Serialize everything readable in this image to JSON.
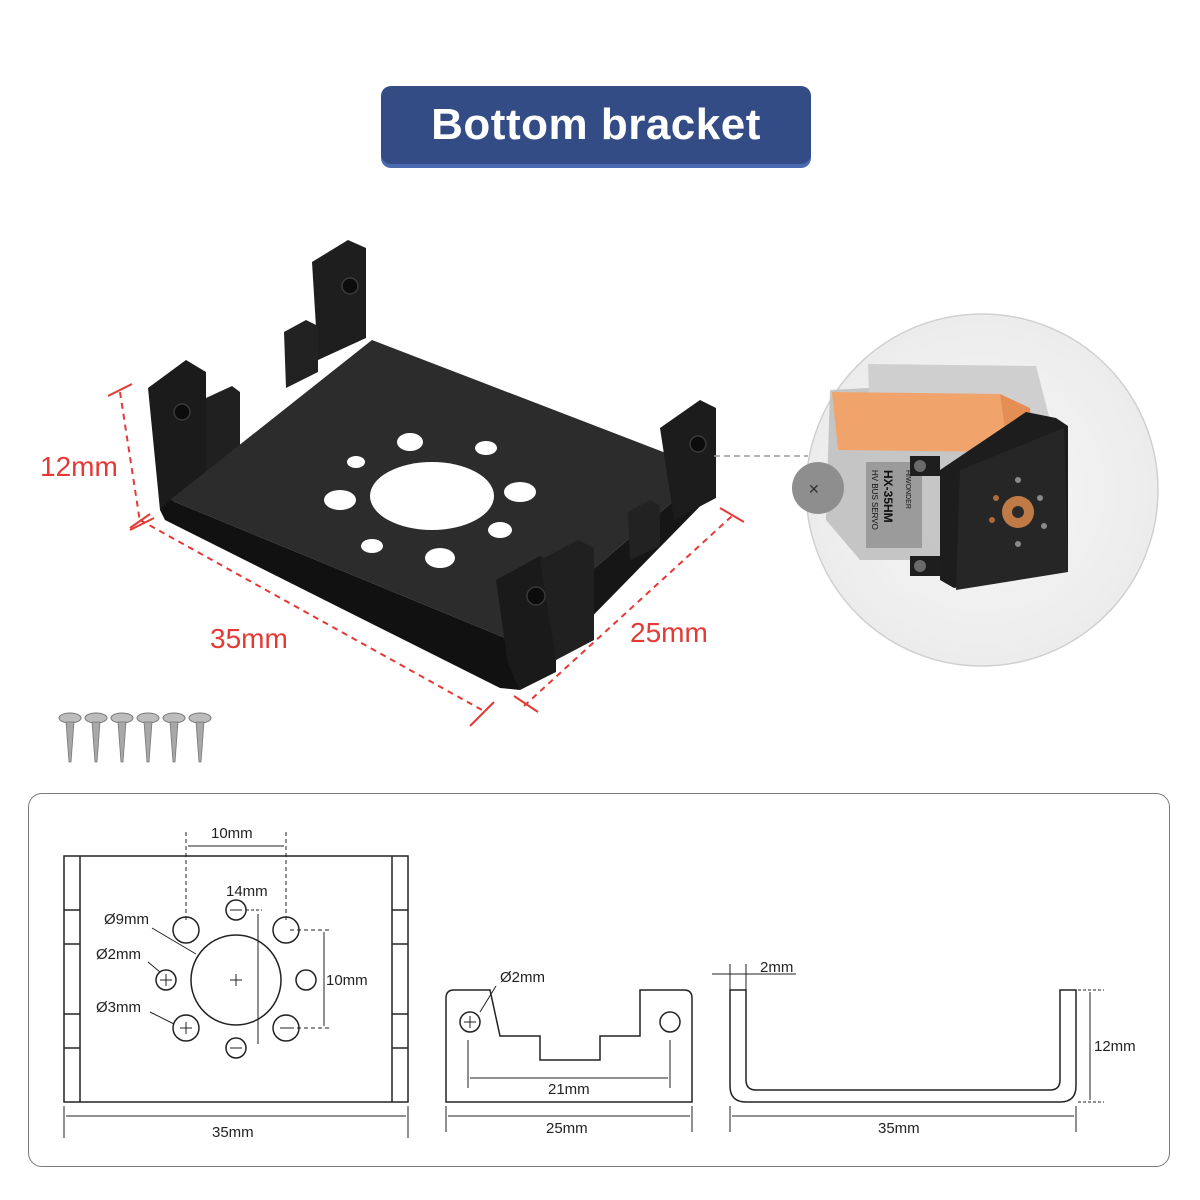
{
  "title": "Bottom bracket",
  "hero": {
    "dim_height": "12mm",
    "dim_length": "35mm",
    "dim_width": "25mm"
  },
  "inset": {
    "servo_brand": "HIWONDER",
    "servo_type": "HV BUS SERVO",
    "servo_model": "HX-35HM"
  },
  "drawing_front": {
    "hole_spacing_top": "10mm",
    "hole_spacing_small": "14mm",
    "dia_center": "Ø9mm",
    "dia_small": "Ø2mm",
    "dia_mount": "Ø3mm",
    "hole_spacing_right": "10mm",
    "overall_length": "35mm"
  },
  "drawing_side": {
    "dia_hole": "Ø2mm",
    "inner_width": "21mm",
    "overall_width": "25mm"
  },
  "drawing_profile": {
    "thickness": "2mm",
    "height": "12mm",
    "overall_length": "35mm"
  },
  "colors": {
    "title_bg": "#344c86",
    "dimension_red": "#e53935",
    "bracket_black": "#1c1c1c",
    "drawing_line": "#222222"
  }
}
